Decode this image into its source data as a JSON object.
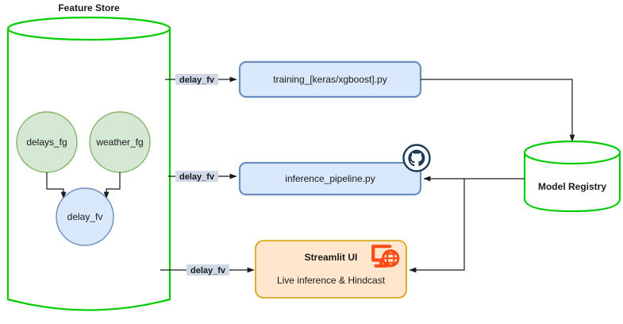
{
  "diagram": {
    "title": "Feature Store",
    "feature_store": {
      "label": "Feature Store",
      "feature_groups": [
        {
          "id": "delays_fg",
          "label": "delays_fg"
        },
        {
          "id": "weather_fg",
          "label": "weather_fg"
        }
      ],
      "feature_view": {
        "id": "delay_fv",
        "label": "delay_fv"
      }
    },
    "nodes": {
      "training": {
        "label": "training_[keras/xgboost].py"
      },
      "inference": {
        "label": "inference_pipeline.py"
      },
      "streamlit": {
        "title": "Streamlit UI",
        "subtitle": "Live inference & Hindcast"
      },
      "model_registry": {
        "label": "Model Registry"
      }
    },
    "edges": [
      {
        "id": "fs-to-training",
        "label": "delay_fv"
      },
      {
        "id": "fs-to-inference",
        "label": "delay_fv"
      },
      {
        "id": "fs-to-streamlit",
        "label": "delay_fv"
      },
      {
        "id": "training-to-registry",
        "label": ""
      },
      {
        "id": "registry-to-inference",
        "label": ""
      },
      {
        "id": "registry-to-streamlit",
        "label": ""
      }
    ],
    "icons": {
      "github": "github-icon",
      "streamlit_web": "monitor-globe-icon"
    },
    "colors": {
      "store_green": "#00cc00",
      "fg_fill": "#d5e8d4",
      "fg_stroke": "#82b366",
      "fv_fill": "#dae8fc",
      "fv_stroke": "#6c8ebf",
      "box_fill": "#dae8fc",
      "box_stroke": "#6c8ebf",
      "streamlit_fill": "#ffe6cc",
      "streamlit_stroke": "#d79b00",
      "streamlit_icon": "#ff4b17",
      "github_dark": "#1b3a57",
      "edge": "#1a1a1a",
      "label_highlight": "#cfd9e8"
    }
  }
}
